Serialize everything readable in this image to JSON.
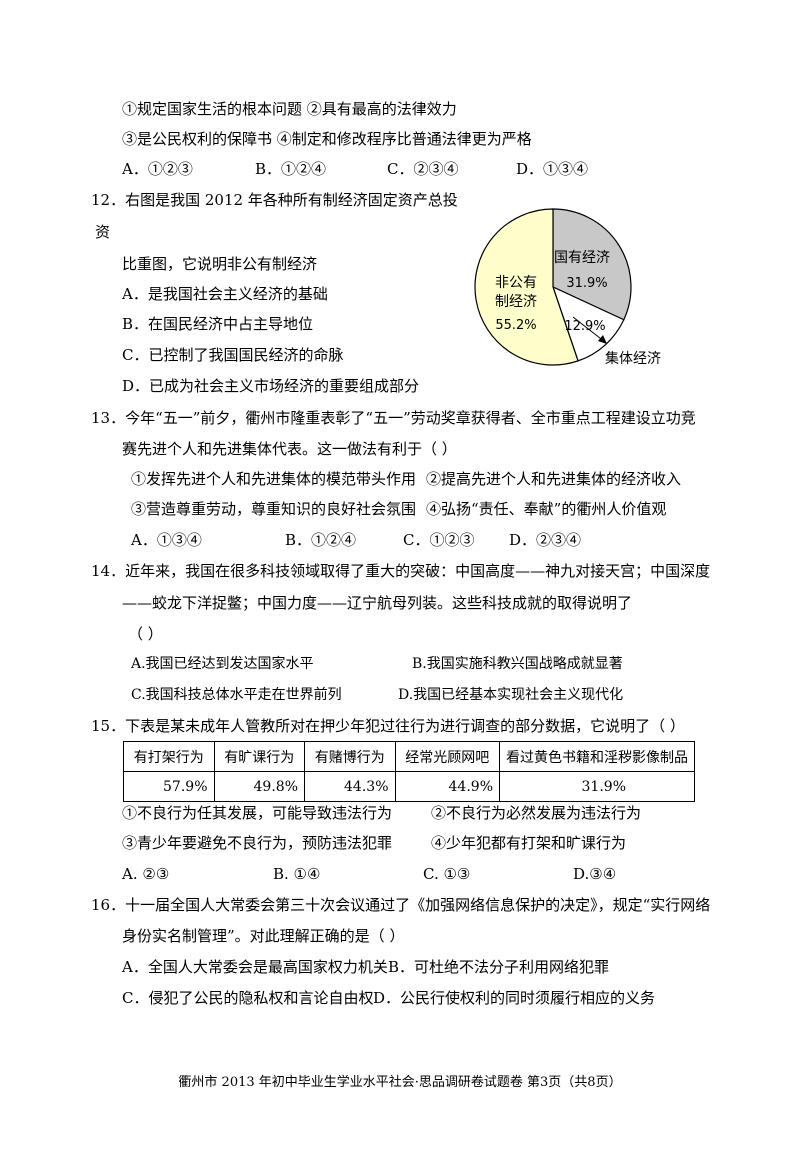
{
  "q11": {
    "line1": "①规定国家生活的根本问题  ②具有最高的法律效力",
    "line2": "③是公民权利的保障书        ④制定和修改程序比普通法律更为严格",
    "options": [
      "A．①②③",
      "B．①②④",
      "C．②③④",
      "D．①③④"
    ]
  },
  "q12": {
    "line1": "12．右图是我国 2012 年各种所有制经济固定资产总投",
    "line2": "资",
    "line3": "比重图，它说明非公有制经济",
    "options": [
      "A．是我国社会主义经济的基础",
      "B．在国民经济中占主导地位",
      "C．已控制了我国国民经济的命脉",
      "D．已成为社会主义市场经济的重要组成部分"
    ]
  },
  "chart_data": {
    "type": "pie",
    "slices": [
      {
        "label": "国有经济",
        "value": 31.9,
        "value_label": "31.9%",
        "color": "#c8c8c8"
      },
      {
        "label": "集体经济",
        "value": 12.9,
        "value_label": "12.9%",
        "color": "#ffffff"
      },
      {
        "label": "非公有制经济",
        "label_lines": [
          "非公有",
          "制经济"
        ],
        "value": 55.2,
        "value_label": "55.2%",
        "color": "#ffffcc"
      }
    ]
  },
  "q13": {
    "line1": "13．今年“五一”前夕，衢州市隆重表彰了“五一”劳动奖章获得者、全市重点工程建设立功竞",
    "line2": "赛先进个人和先进集体代表。这一做法有利于（        ）",
    "item1": "①发挥先进个人和先进集体的模范带头作用",
    "item2": "②提高先进个人和先进集体的经济收入",
    "item3": "③营造尊重劳动，尊重知识的良好社会氛围",
    "item4": "④弘扬“责任、奉献”的衢州人价值观",
    "options": [
      "A．①③④",
      "B．①②④",
      "C．①②③",
      "D．②③④"
    ]
  },
  "q14": {
    "line1": "14．近年来，我国在很多科技领域取得了重大的突破：中国高度——神九对接天宫；中国深度",
    "line2": "——蛟龙下洋捉鳖；中国力度——辽宁航母列装。这些科技成就的取得说明了",
    "line3": "（          ）",
    "options": [
      "A.我国已经达到发达国家水平",
      "B.我国实施科教兴国战略成就显著",
      "C.我国科技总体水平走在世界前列",
      "D.我国已经基本实现社会主义现代化"
    ]
  },
  "q15": {
    "line1": "15．下表是某未成年人管教所对在押少年犯过往行为进行调查的部分数据，它说明了（        ）",
    "table": {
      "headers": [
        "有打架行为",
        "有旷课行为",
        "有赌博行为",
        "经常光顾网吧",
        "看过黄色书籍和淫秽影像制品"
      ],
      "values": [
        "57.9%",
        "49.8%",
        "44.3%",
        "44.9%",
        "31.9%"
      ]
    },
    "item1": "①不良行为任其发展，可能导致违法行为",
    "item2": "②不良行为必然发展为违法行为",
    "item3": "③青少年要避免不良行为，预防违法犯罪",
    "item4": "④少年犯都有打架和旷课行为",
    "options": [
      "A. ②③",
      "B. ①④",
      "C. ①③",
      "D.③④"
    ]
  },
  "q16": {
    "line1": "16．十一届全国人大常委会第三十次会议通过了《加强网络信息保护的决定》，规定“实行网络",
    "line2": "身份实名制管理”。对此理解正确的是（        ）",
    "optA": "A．全国人大常委会是最高国家权力机关",
    "optB": "B．可杜绝不法分子利用网络犯罪",
    "optC": "C．侵犯了公民的隐私权和言论自由权",
    "optD": "D．公民行使权利的同时须履行相应的义务"
  },
  "footer": "衢州市 2013 年初中毕业生学业水平社会·思品调研卷试题卷   第3页（共8页）"
}
